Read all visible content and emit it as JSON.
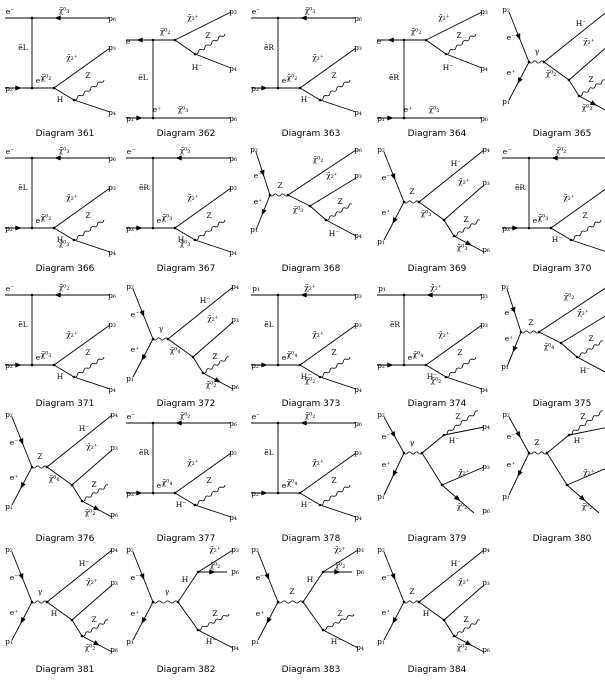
{
  "diagrams": [
    {
      "caption": "Diagram 361",
      "kind": "A",
      "labels": {
        "tl": "e⁻",
        "top": "χ̃⁰₃",
        "p6": "p₆",
        "v": "ẽL",
        "mid": "χ̃⁰₂",
        "up": "χ̃₂⁺",
        "p3": "p₃",
        "boson": "Z",
        "h": "H",
        "p4": "p₄",
        "bl": "e⁺",
        "p1": "p₁",
        "p2": "p₂",
        "bot": ""
      }
    },
    {
      "caption": "Diagram 362",
      "kind": "B",
      "labels": {
        "tl": "e⁻",
        "mid": "χ̃⁰₂",
        "up": "χ̃₂⁺",
        "p3": "p₃",
        "boson": "Z",
        "h": "H⁻",
        "p4": "p₄",
        "v": "ẽL",
        "bl": "e⁺",
        "bot": "χ̃⁰₃",
        "p6": "p₆",
        "p1": "p₁",
        "p2": "p₂"
      }
    },
    {
      "caption": "Diagram 363",
      "kind": "A",
      "labels": {
        "tl": "e⁻",
        "top": "χ̃⁰₃",
        "p6": "p₆",
        "v": "ẽR",
        "mid": "χ̃⁰₂",
        "up": "χ̃₂⁺",
        "p3": "p₃",
        "boson": "Z",
        "h": "H⁻",
        "p4": "p₄",
        "bl": "e⁺",
        "p1": "p₁",
        "p2": "p₂",
        "bot": ""
      }
    },
    {
      "caption": "Diagram 364",
      "kind": "B",
      "labels": {
        "tl": "e⁻",
        "mid": "χ̃⁰₂",
        "up": "χ̃₂⁺",
        "p3": "p₃",
        "boson": "Z",
        "h": "H⁻",
        "p4": "p₄",
        "v": "ẽR",
        "bl": "e⁺",
        "bot": "χ̃⁰₃",
        "p6": "p₆",
        "p1": "p₁",
        "p2": "p₂"
      }
    },
    {
      "caption": "Diagram 365",
      "kind": "C",
      "labels": {
        "p2": "p₂",
        "e1": "e⁻",
        "e2": "e⁺",
        "p1": "p₁",
        "boson": "γ",
        "hm": "H⁻",
        "p4": "p₄",
        "c2": "χ̃₂⁺",
        "p3": "p₃",
        "z": "Z",
        "x": "χ̃⁰₂",
        "x3": "χ̃⁰₃",
        "p6": "p₆"
      }
    },
    {
      "caption": "Diagram 366",
      "kind": "A",
      "labels": {
        "tl": "e⁻",
        "top": "χ̃⁰₃",
        "p6": "p₆",
        "v": "ẽL",
        "mid": "χ̃⁰₂",
        "up": "χ̃₂⁺",
        "p3": "p₃",
        "boson": "Z",
        "h": "H",
        "p4": "p₄",
        "bl": "e⁺",
        "p1": "p₁",
        "p2": "p₂",
        "bot": "χ̃⁰₃"
      }
    },
    {
      "caption": "Diagram 367",
      "kind": "A",
      "labels": {
        "tl": "e⁻",
        "top": "χ̃⁰₃",
        "p6": "p₆",
        "v": "ẽR",
        "mid": "χ̃⁰₃",
        "up": "χ̃₂⁺",
        "p3": "p₃",
        "boson": "Z",
        "h": "H",
        "p4": "p₄",
        "bl": "e⁺",
        "p1": "p₁",
        "p2": "p₂",
        "bot": "χ̃⁰₃"
      }
    },
    {
      "caption": "Diagram 368",
      "kind": "D",
      "labels": {
        "p2": "p₂",
        "e1": "e⁻",
        "e2": "e⁺",
        "p1": "p₁",
        "boson": "Z",
        "top": "χ̃⁰₂",
        "p6": "p₆",
        "c2": "χ̃₂⁺",
        "p3": "p₃",
        "z": "Z",
        "x": "χ̃⁰₃",
        "h": "H⁻",
        "p4": "p₄"
      }
    },
    {
      "caption": "Diagram 369",
      "kind": "C",
      "labels": {
        "p2": "p₂",
        "e1": "e⁻",
        "e2": "e⁺",
        "p1": "p₁",
        "boson": "Z",
        "hm": "H⁻",
        "p4": "p₄",
        "c2": "χ̃₂⁺",
        "p3": "p₃",
        "z": "Z",
        "x": "χ̃⁰₃",
        "x3": "χ̃⁰₃",
        "p6": "p₆"
      }
    },
    {
      "caption": "Diagram 370",
      "kind": "A",
      "labels": {
        "tl": "e⁻",
        "top": "χ̃⁰₂",
        "p6": "p₆",
        "v": "ẽR",
        "mid": "χ̃⁰₃",
        "up": "χ̃₂⁺",
        "p3": "p₃",
        "boson": "Z",
        "h": "H⁻",
        "p4": "p₄",
        "bl": "e⁺",
        "p1": "p₁",
        "p2": "p₂",
        "bot": ""
      }
    },
    {
      "caption": "Diagram 371",
      "kind": "A",
      "labels": {
        "tl": "e⁻",
        "top": "χ̃⁰₂",
        "p6": "p₆",
        "v": "ẽL",
        "mid": "χ̃⁰₃",
        "up": "χ̃₂⁺",
        "p3": "p₃",
        "boson": "Z",
        "h": "H",
        "p4": "p₄",
        "bl": "e⁺",
        "p1": "p₁",
        "p2": "p₂",
        "bot": ""
      }
    },
    {
      "caption": "Diagram 372",
      "kind": "C",
      "labels": {
        "p2": "p₂",
        "e1": "e⁻",
        "e2": "e⁺",
        "p1": "p₁",
        "boson": "γ",
        "hm": "H⁻",
        "p4": "p₄",
        "c2": "χ̃₂⁺",
        "p3": "p₃",
        "z": "Z",
        "x": "χ̃⁰₄",
        "x3": "χ̃⁰₂",
        "p6": "p₆"
      }
    },
    {
      "caption": "Diagram 373",
      "kind": "A",
      "labels": {
        "tl": "p₁",
        "top": "χ̃₂⁺",
        "p6": "p₃",
        "v": "ẽL",
        "mid": "χ̃⁰₄",
        "up": "χ̃₂⁺",
        "p3": "p₃",
        "boson": "Z",
        "h": "H⁻",
        "p4": "p₄",
        "bl": "e⁺",
        "p1": "p₁",
        "p2": "p₂",
        "bot": "χ̃⁰₂"
      }
    },
    {
      "caption": "Diagram 374",
      "kind": "A",
      "labels": {
        "tl": "p₁",
        "top": "χ̃₂⁺",
        "p6": "p₃",
        "v": "ẽR",
        "mid": "χ̃⁰₄",
        "up": "χ̃₂⁺",
        "p3": "p₃",
        "boson": "Z",
        "h": "H⁻",
        "p4": "p₄",
        "bl": "e⁺",
        "p1": "p₁",
        "p2": "p₂",
        "bot": "χ̃⁰₂"
      }
    },
    {
      "caption": "Diagram 375",
      "kind": "D",
      "labels": {
        "p2": "p₂",
        "e1": "e⁻",
        "e2": "e⁺",
        "p1": "p₁",
        "boson": "Z",
        "top": "χ̃⁰₂",
        "p6": "p₆",
        "c2": "χ̃₂⁺",
        "p3": "p₃",
        "z": "Z",
        "x": "χ̃⁰₄",
        "h": "H⁻",
        "p4": "p₄"
      }
    },
    {
      "caption": "Diagram 376",
      "kind": "C",
      "labels": {
        "p2": "p₂",
        "e1": "e⁻",
        "e2": "e⁺",
        "p1": "p₁",
        "boson": "Z",
        "hm": "H⁻",
        "p4": "p₄",
        "c2": "χ̃₂⁺",
        "p3": "p₃",
        "z": "Z",
        "x": "χ̃⁰₄",
        "x3": "χ̃⁰₂",
        "p6": "p₆"
      }
    },
    {
      "caption": "Diagram 377",
      "kind": "A",
      "labels": {
        "tl": "e⁻",
        "top": "χ̃⁰₂",
        "p6": "p₆",
        "v": "ẽR",
        "mid": "χ̃⁰₄",
        "up": "χ̃₂⁺",
        "p3": "p₃",
        "boson": "Z",
        "h": "H⁻",
        "p4": "p₄",
        "bl": "e⁺",
        "p1": "p₁",
        "p2": "p₂",
        "bot": ""
      }
    },
    {
      "caption": "Diagram 378",
      "kind": "A",
      "labels": {
        "tl": "e⁻",
        "top": "χ̃⁰₂",
        "p6": "p₆",
        "v": "ẽL",
        "mid": "χ̃⁰₄",
        "up": "χ̃₂⁺",
        "p3": "p₃",
        "boson": "Z",
        "h": "H⁻",
        "p4": "p₄",
        "bl": "e⁺",
        "p1": "p₁",
        "p2": "p₂",
        "bot": ""
      }
    },
    {
      "caption": "Diagram 379",
      "kind": "E",
      "labels": {
        "p2": "p₂",
        "e1": "e⁻",
        "e2": "e⁺",
        "p1": "p₁",
        "boson": "γ",
        "z": "Z",
        "hm": "H⁻",
        "p4": "p₄",
        "c2": "χ̃₂⁺",
        "p3": "p₃",
        "x": "χ̃⁰₂",
        "p6": "p₆"
      }
    },
    {
      "caption": "Diagram 380",
      "kind": "E",
      "labels": {
        "p2": "p₂",
        "e1": "e⁻",
        "e2": "e⁺",
        "p1": "p₁",
        "boson": "Z",
        "z": "Z",
        "hm": "H⁻",
        "p4": "p₄",
        "c2": "χ̃₂⁺",
        "p3": "p₃",
        "x": "χ̃⁰₂",
        "p6": "p₆"
      }
    },
    {
      "caption": "Diagram 381",
      "kind": "C",
      "labels": {
        "p2": "p₂",
        "e1": "e⁻",
        "e2": "e⁺",
        "p1": "p₁",
        "boson": "γ",
        "hm": "H⁻",
        "p4": "p₄",
        "c2": "χ̃₂⁺",
        "p3": "p₃",
        "z": "Z",
        "x": "H",
        "x3": "χ̃⁰₂",
        "p6": "p₆"
      }
    },
    {
      "caption": "Diagram 382",
      "kind": "F",
      "labels": {
        "p2": "p₂",
        "e1": "e⁻",
        "e2": "e⁺",
        "p1": "p₁",
        "boson": "γ",
        "c2": "χ̃₂⁺",
        "p3": "p₃",
        "x": "χ̃⁰₂",
        "p6": "p₆",
        "h": "H",
        "z": "Z",
        "hm": "H⁻",
        "p4": "p₄"
      }
    },
    {
      "caption": "Diagram 383",
      "kind": "F",
      "labels": {
        "p2": "p₂",
        "e1": "e⁻",
        "e2": "e⁺",
        "p1": "p₁",
        "boson": "Z",
        "c2": "χ̃₂⁺",
        "p3": "p₃",
        "x": "χ̃⁰₂",
        "p6": "p₆",
        "h": "H",
        "z": "Z",
        "hm": "H⁻",
        "p4": "p₄"
      }
    },
    {
      "caption": "Diagram 384",
      "kind": "C",
      "labels": {
        "p2": "p₂",
        "e1": "e⁻",
        "e2": "e⁺",
        "p1": "p₁",
        "boson": "Z",
        "hm": "H⁻",
        "p4": "p₄",
        "c2": "χ̃₂⁺",
        "p3": "p₃",
        "z": "Z",
        "x": "H",
        "x3": "χ̃⁰₂",
        "p6": "p₆"
      }
    }
  ]
}
